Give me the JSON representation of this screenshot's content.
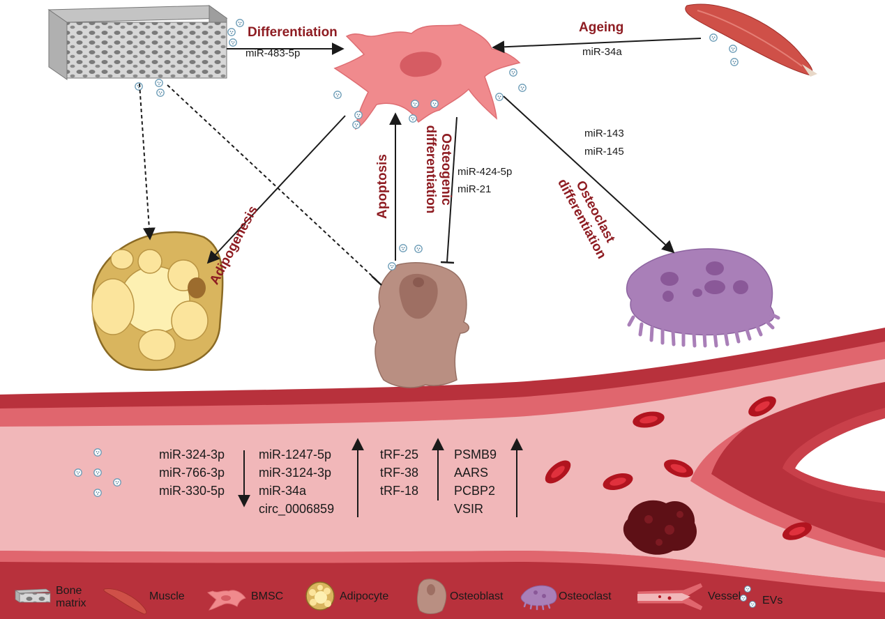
{
  "processes": {
    "differentiation": "Differentiation",
    "ageing": "Ageing",
    "adipogenesis": "Adipogenesis",
    "apoptosis": "Apoptosis",
    "osteogenic": "Osteogenic differentiation",
    "osteoclast": "Osteoclast differentiation"
  },
  "mirnas": {
    "bone_to_bmsc": "miR-483-5p",
    "muscle_to_bmsc": "miR-34a",
    "osteogenic": [
      "miR-424-5p",
      "miR-21"
    ],
    "osteoclast": [
      "miR-143",
      "miR-145"
    ]
  },
  "vessel": {
    "down_group": [
      "miR-324-3p",
      "miR-766-3p",
      "miR-330-5p"
    ],
    "up_group_1": [
      "miR-1247-5p",
      "miR-3124-3p",
      "miR-34a",
      "circ_0006859"
    ],
    "up_group_2": [
      "tRF-25",
      "tRF-38",
      "tRF-18"
    ],
    "up_group_3": [
      "PSMB9",
      "AARS",
      "PCBP2",
      "VSIR"
    ]
  },
  "legend": {
    "bone_matrix": "Bone matrix",
    "muscle": "Muscle",
    "bmsc": "BMSC",
    "adipocyte": "Adipocyte",
    "osteoblast": "Osteoblast",
    "osteoclast": "Osteoclast",
    "vessel": "Vessel",
    "evs": "EVs"
  },
  "colors": {
    "label_red": "#8e1c22",
    "bmsc": "#f08a8d",
    "adipocyte": "#d9b55e",
    "osteoblast": "#b98f82",
    "osteoclast": "#a97fb8",
    "vessel_wall": "#c9404a",
    "vessel_lumen": "#f1b7b9"
  }
}
